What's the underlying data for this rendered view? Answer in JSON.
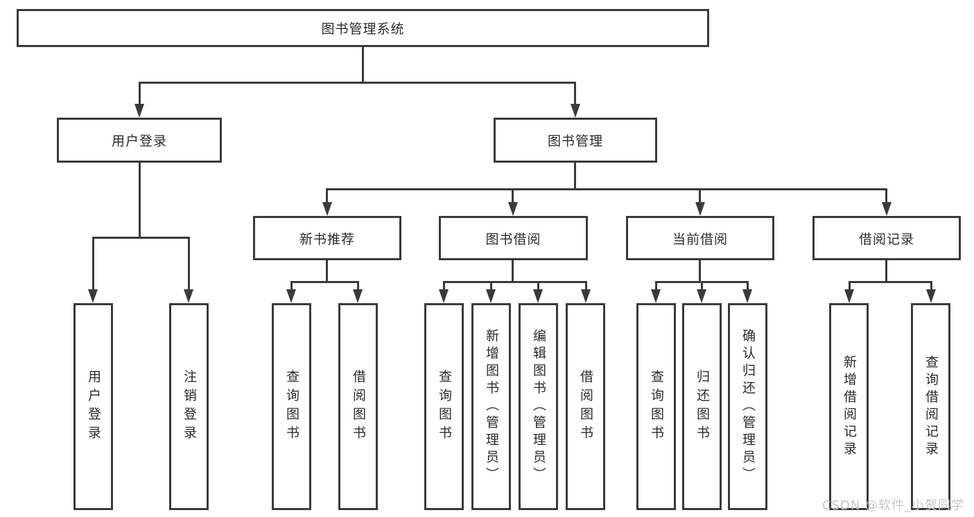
{
  "diagram": {
    "root": {
      "label": "图书管理系统",
      "children": [
        {
          "label": "用户登录",
          "children": [
            {
              "label": "用户登录"
            },
            {
              "label": "注销登录"
            }
          ]
        },
        {
          "label": "图书管理",
          "children": [
            {
              "label": "新书推荐",
              "children": [
                {
                  "label": "查询图书"
                },
                {
                  "label": "借阅图书"
                }
              ]
            },
            {
              "label": "图书借阅",
              "children": [
                {
                  "label": "查询图书"
                },
                {
                  "label": "新增图书（管理员）"
                },
                {
                  "label": "编辑图书（管理员）"
                },
                {
                  "label": "借阅图书"
                }
              ]
            },
            {
              "label": "当前借阅",
              "children": [
                {
                  "label": "查询图书"
                },
                {
                  "label": "归还图书"
                },
                {
                  "label": "确认归还（管理员）"
                }
              ]
            },
            {
              "label": "借阅记录",
              "children": [
                {
                  "label": "新增借阅记录"
                },
                {
                  "label": "查询借阅记录"
                }
              ]
            }
          ]
        }
      ]
    },
    "watermark": "CSDN @软件_小贺同学",
    "colors": {
      "line": "#3a3a3a",
      "text": "#2b2b2b",
      "watermark": "#c6c6c6",
      "background": "#ffffff"
    }
  }
}
